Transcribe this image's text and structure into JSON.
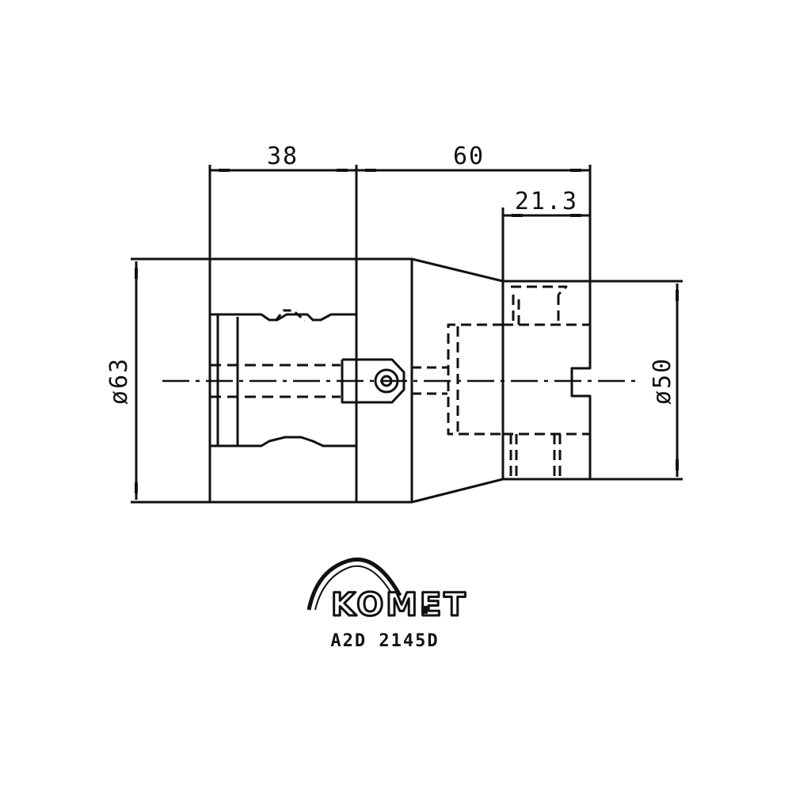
{
  "drawing": {
    "dimensions": {
      "length_left": "38",
      "length_right": "60",
      "length_step": "21.3",
      "diameter_large": "ø63",
      "diameter_small": "ø50"
    },
    "brand": "KOMET",
    "part_number": "A2D 2145D",
    "line_color": "#111111"
  }
}
